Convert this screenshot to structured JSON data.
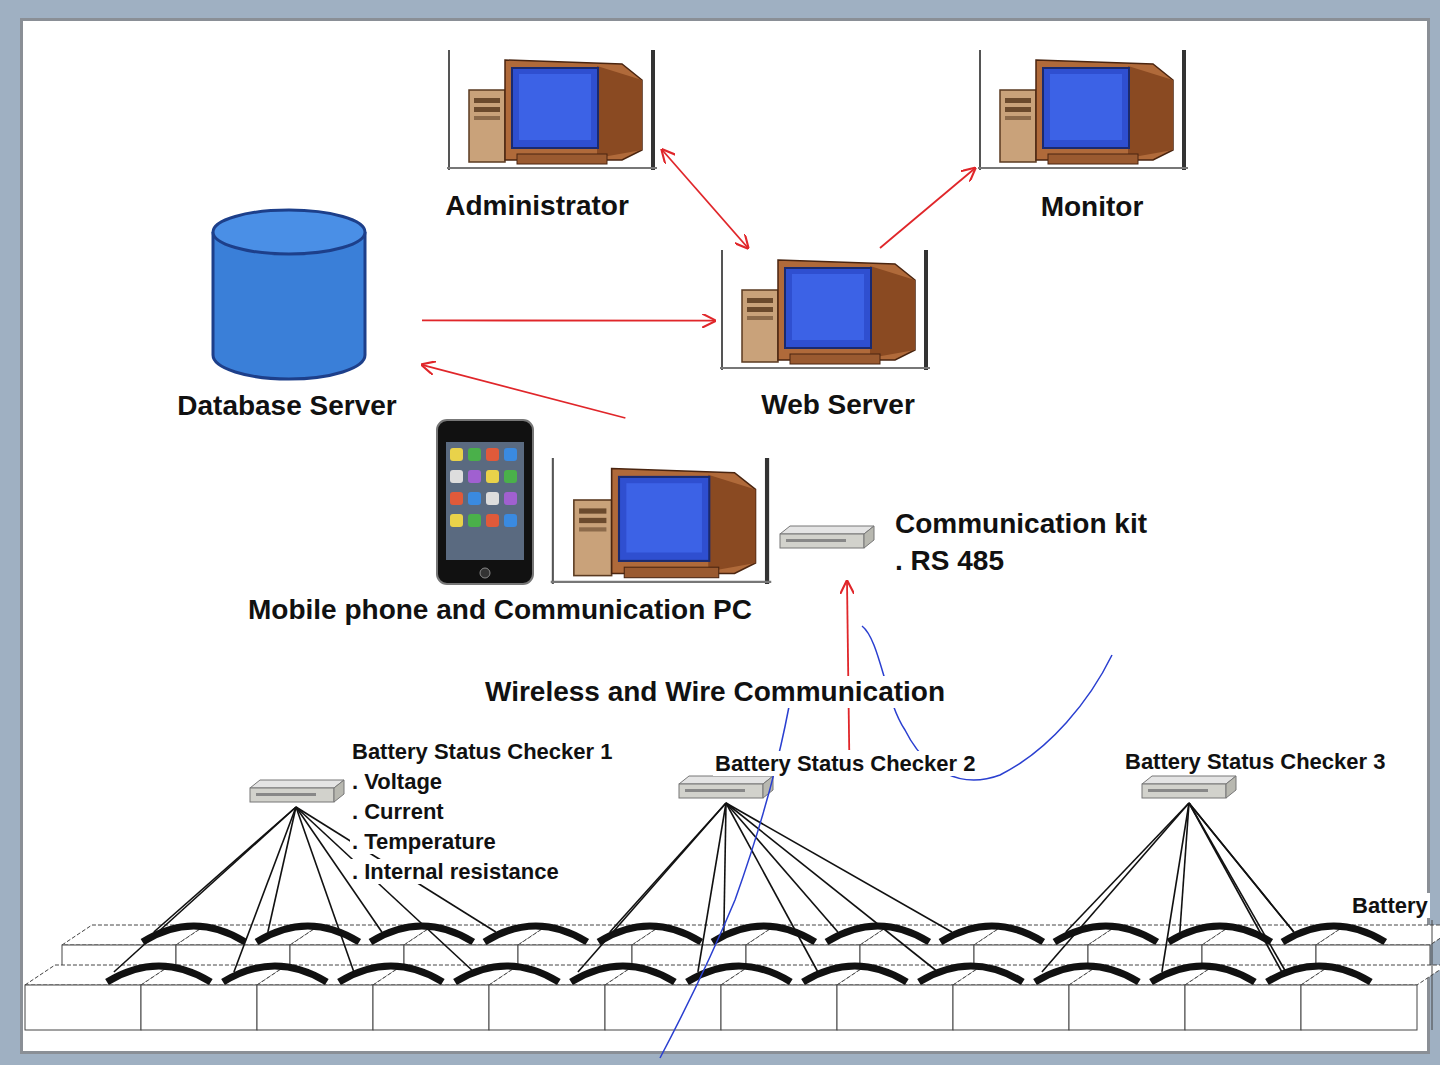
{
  "diagram": {
    "nodes": [
      {
        "text": [
          "Administrator"
        ]
      },
      {
        "text": [
          "Monitor"
        ]
      },
      {
        "text": [
          "Database Server"
        ]
      },
      {
        "text": [
          "Web  Server"
        ]
      },
      {
        "text": [
          "Mobile phone and Communication  PC"
        ]
      },
      {
        "text": [
          "Communication kit",
          ". RS 485"
        ]
      },
      {
        "text": [
          "Battery Status Checker 1",
          ". Voltage",
          ". Current",
          ". Temperature",
          ". Internal resistance"
        ]
      },
      {
        "text": [
          "Battery Status Checker 2"
        ]
      },
      {
        "text": [
          "Battery Status Checker 3"
        ]
      }
    ],
    "edges": [
      {
        "from": 0,
        "to": 3,
        "arrow": "both"
      },
      {
        "from": 3,
        "to": 1,
        "arrow": "to"
      },
      {
        "from": 2,
        "to": 3,
        "arrow": "to"
      },
      {
        "from": 4,
        "to": 2,
        "arrow": "to"
      },
      {
        "from": 7,
        "to": 5,
        "label": "Wireless and Wire Communication",
        "arrow": "to"
      }
    ],
    "labels": [
      "Battery"
    ]
  }
}
